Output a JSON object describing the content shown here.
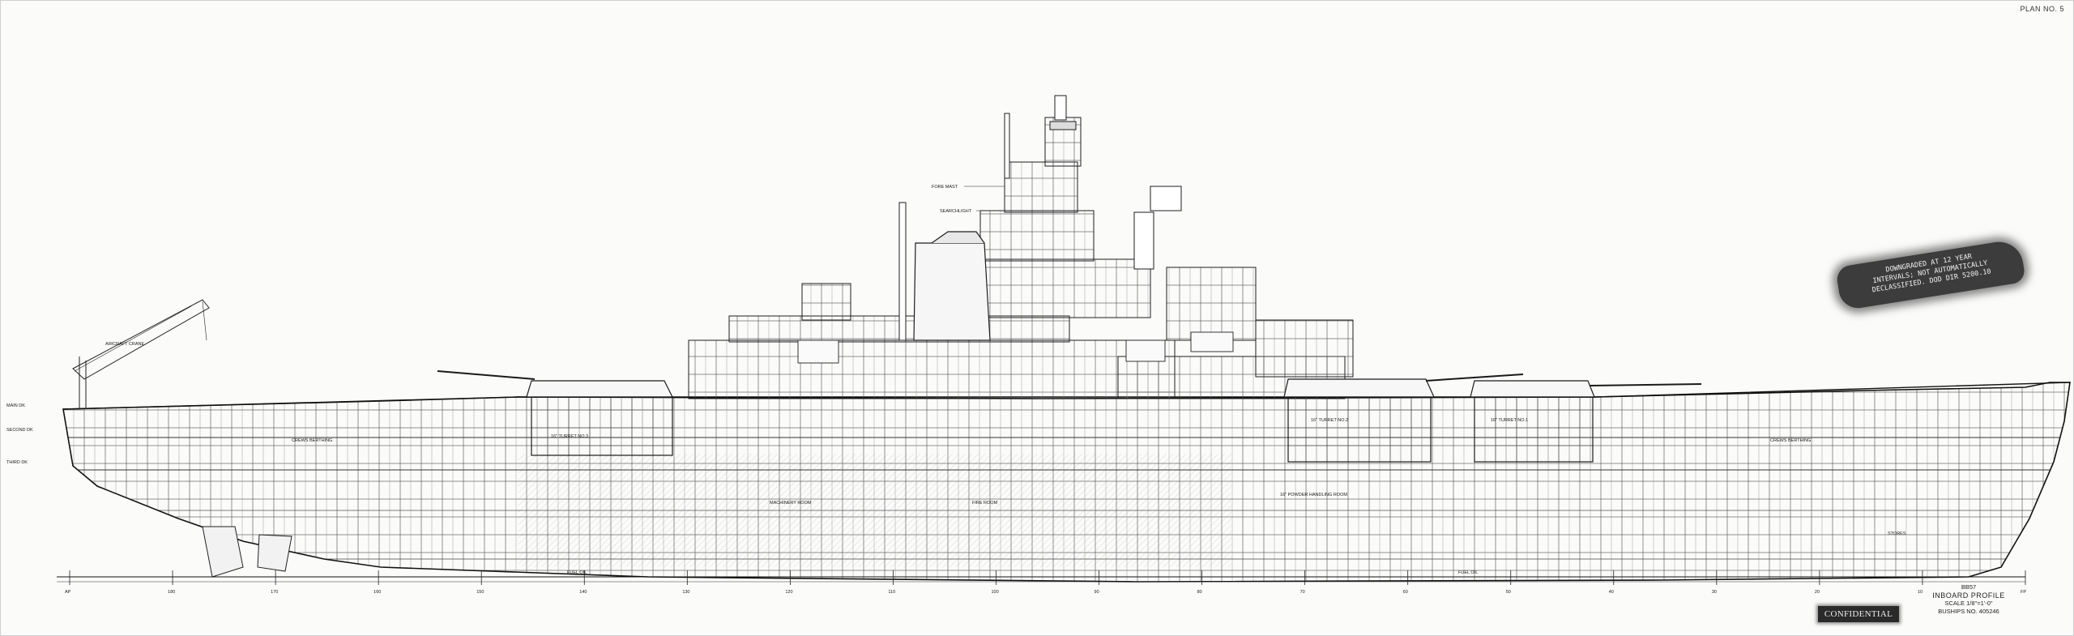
{
  "sheet": {
    "plan_number": "PLAN NO. 5",
    "title_block": {
      "hull": "BB57",
      "title": "INBOARD PROFILE",
      "scale": "SCALE 1/8\"=1'-0\"",
      "bureau_no": "BUSHIPS NO. 405246"
    },
    "classification": "CONFIDENTIAL",
    "stamp": {
      "line1": "DOWNGRADED AT 12 YEAR",
      "line2": "INTERVALS; NOT AUTOMATICALLY",
      "line3": "DECLASSIFIED. DOD DIR 5200.10"
    }
  },
  "deck_labels": {
    "main": "MAIN DK",
    "second": "SECOND DK",
    "third": "THIRD DK"
  },
  "callouts": {
    "fore_mast": "FORE MAST",
    "searchlight": "SEARCHLIGHT",
    "turret1": "16\" TURRET NO.1",
    "turret2": "16\" TURRET NO.2",
    "turret3": "16\" TURRET NO.3",
    "machinery": "MACHINERY ROOM",
    "fire_room": "FIRE ROOM",
    "crew": "CREWS BERTHING",
    "magazine": "16\" POWDER HANDLING ROOM",
    "aircraft_crane": "AIRCRAFT CRANE",
    "fuel_oil": "FUEL OIL",
    "stores": "STORES"
  },
  "frames": [
    "AP",
    "180",
    "170",
    "160",
    "150",
    "140",
    "130",
    "120",
    "110",
    "100",
    "90",
    "80",
    "70",
    "60",
    "50",
    "40",
    "30",
    "20",
    "10",
    "FP"
  ]
}
